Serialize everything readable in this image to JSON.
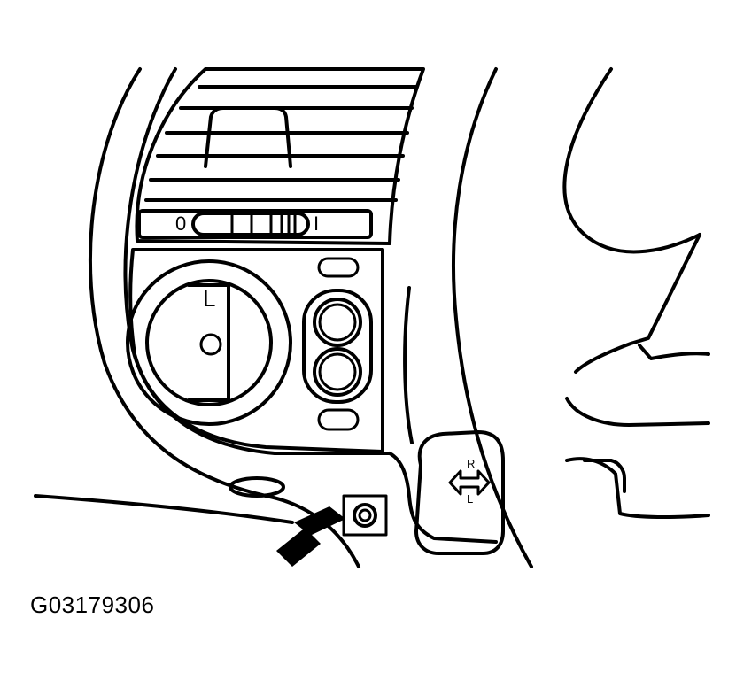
{
  "figure": {
    "code": "G03179306",
    "vent_thumbwheel": {
      "min_label": "0",
      "max_label": "I"
    },
    "headlamp_switch": {
      "mark": "L"
    },
    "mirror_control": {
      "right_mark": "R",
      "left_mark": "L"
    },
    "colors": {
      "ink": "#000000",
      "paper": "#ffffff"
    }
  }
}
